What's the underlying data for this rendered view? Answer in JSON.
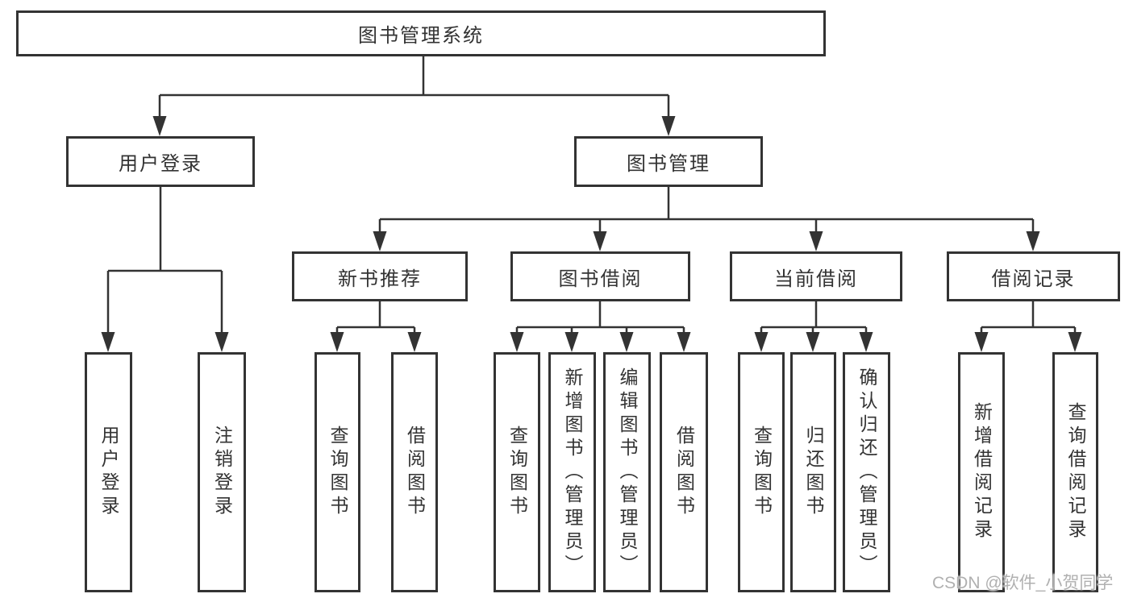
{
  "tree": {
    "label": "图书管理系统",
    "children": [
      {
        "label": "用户登录",
        "children": [
          {
            "label": "用户登录"
          },
          {
            "label": "注销登录"
          }
        ]
      },
      {
        "label": "图书管理",
        "children": [
          {
            "label": "新书推荐",
            "children": [
              {
                "label": "查询图书"
              },
              {
                "label": "借阅图书"
              }
            ]
          },
          {
            "label": "图书借阅",
            "children": [
              {
                "label": "查询图书"
              },
              {
                "label": "新增图书（管理员）"
              },
              {
                "label": "编辑图书（管理员）"
              },
              {
                "label": "借阅图书"
              }
            ]
          },
          {
            "label": "当前借阅",
            "children": [
              {
                "label": "查询图书"
              },
              {
                "label": "归还图书"
              },
              {
                "label": "确认归还（管理员）"
              }
            ]
          },
          {
            "label": "借阅记录",
            "children": [
              {
                "label": "新增借阅记录"
              },
              {
                "label": "查询借阅记录"
              }
            ]
          }
        ]
      }
    ]
  },
  "watermark": {
    "text": "CSDN @软件_小贺同学"
  },
  "colors": {
    "line": "#333333",
    "text": "#333333",
    "watermark": "#b0b0b0",
    "background": "#ffffff"
  }
}
